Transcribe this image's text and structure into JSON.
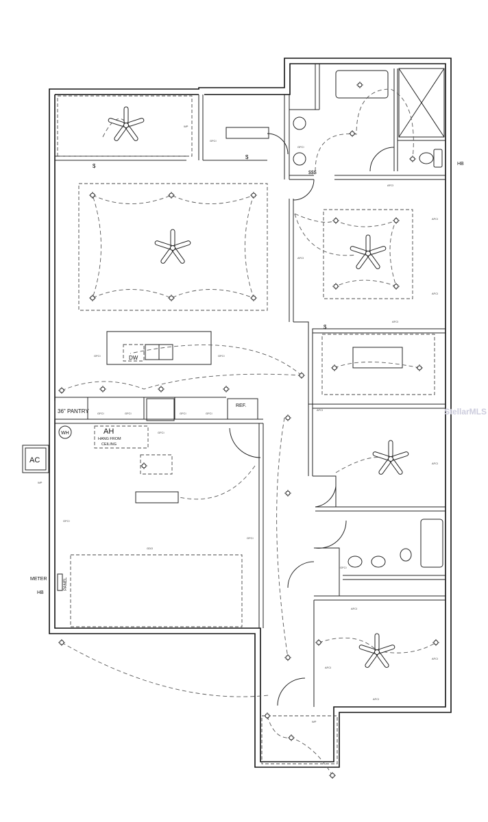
{
  "plan": {
    "pantry": "36\" PANTRY",
    "refrigerator": "REF.",
    "dishwasher": "DW",
    "water_heater": "WH",
    "air_handler": "AH",
    "ah_note_1": "HANG FROM",
    "ah_note_2": "CEILING",
    "ac_unit": "AC",
    "meter": "METER",
    "hose_bib_left": "HB",
    "hose_bib_right": "HB",
    "panel": "PANEL",
    "tags": {
      "gfci": "GFCI",
      "afci": "AFCI",
      "wp": "WP",
      "gdo": "GDO",
      "switch": "$",
      "switch3": "$$$"
    }
  },
  "watermark": "StellarMLS"
}
